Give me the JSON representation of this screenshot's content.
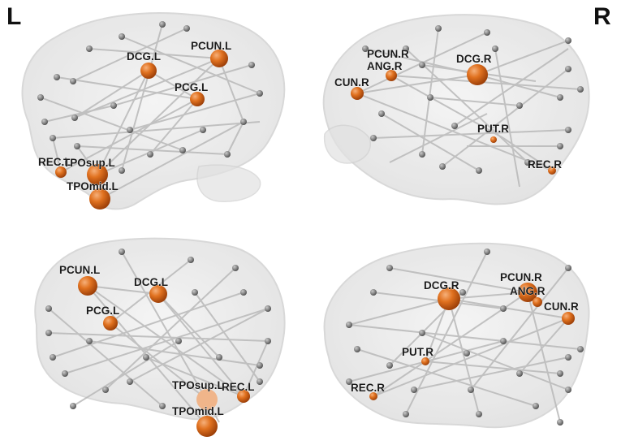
{
  "side_labels": {
    "left": "L",
    "right": "R"
  },
  "colors": {
    "brain_fill": "#e9e9e9",
    "brain_stroke": "#d6d6d6",
    "edge": "#b9b9b9",
    "small_node": "#7d7d7d",
    "hub_node": "#d4621a",
    "hub_node_light": "#f4a060",
    "label_text": "#1a1a1a"
  },
  "panels": [
    {
      "id": "top-left",
      "view": "left lateral",
      "labels": [
        "PCUN.L",
        "DCG.L",
        "PCG.L",
        "REC.L",
        "TPOsup.L",
        "TPOmid.L"
      ]
    },
    {
      "id": "top-right",
      "view": "right lateral",
      "labels": [
        "PCUN.R",
        "ANG.R",
        "DCG.R",
        "CUN.R",
        "PUT.R",
        "REC.R"
      ]
    },
    {
      "id": "bottom-left",
      "view": "left medial",
      "labels": [
        "PCUN.L",
        "DCG.L",
        "PCG.L",
        "TPOsup.L",
        "REC.L",
        "TPOmid.L"
      ]
    },
    {
      "id": "bottom-right",
      "view": "right medial",
      "labels": [
        "DCG.R",
        "PCUN.R",
        "ANG.R",
        "CUN.R",
        "PUT.R",
        "REC.R"
      ]
    }
  ]
}
